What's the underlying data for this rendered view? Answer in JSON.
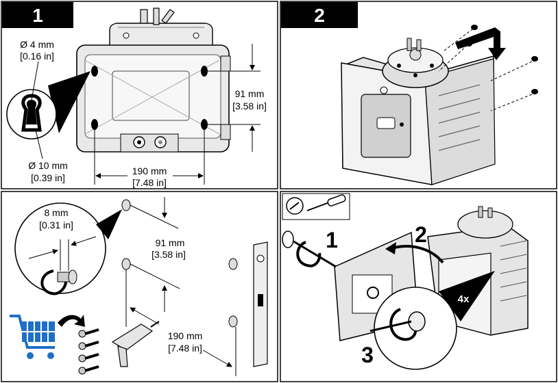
{
  "panels": {
    "p1": {
      "step": "1",
      "hole_small_mm": "Ø 4 mm",
      "hole_small_in": "[0.16 in]",
      "hole_large_mm": "Ø 10 mm",
      "hole_large_in": "[0.39 in]",
      "vertical_mm": "91 mm",
      "vertical_in": "[3.58 in]",
      "horizontal_mm": "190 mm",
      "horizontal_in": "[7.48 in]"
    },
    "p2": {
      "step": "2"
    },
    "p3": {
      "screw_mm": "8 mm",
      "screw_in": "[0.31 in]",
      "vertical_mm": "91 mm",
      "vertical_in": "[3.58 in]",
      "horizontal_mm": "190 mm",
      "horizontal_in": "[7.48 in]"
    },
    "p4": {
      "sub1": "1",
      "sub2": "2",
      "sub3": "3",
      "count": "4x"
    }
  },
  "icons": [
    "cart-icon",
    "drill-icon",
    "screwdriver-icon",
    "rotate-arrow-icon",
    "keyhole-icon"
  ],
  "colors": {
    "cart": "#1e6fc7",
    "frame": "#000000",
    "panel_bg": "#ffffff",
    "light_gray": "#e8e8e8",
    "mid_gray": "#cfcfcf",
    "dark_gray": "#555555"
  }
}
